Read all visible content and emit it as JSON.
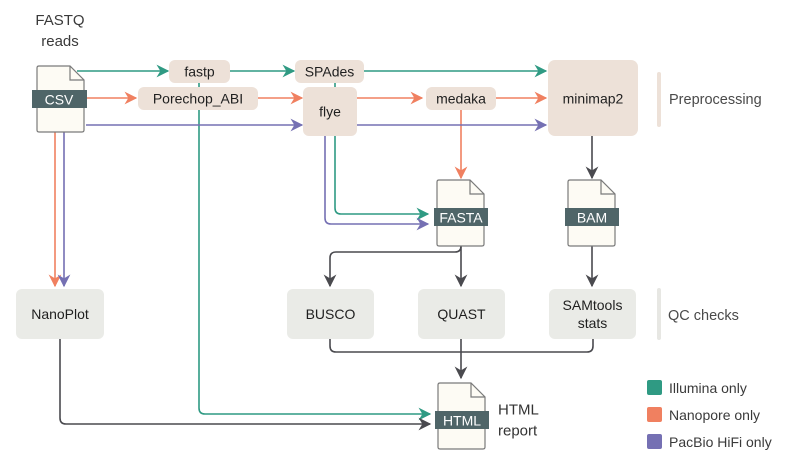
{
  "input": {
    "title_line1": "FASTQ",
    "title_line2": "reads",
    "file_label": "CSV"
  },
  "nodes": {
    "fastp": "fastp",
    "porechop": "Porechop_ABI",
    "spades": "SPAdes",
    "flye": "flye",
    "medaka": "medaka",
    "minimap2": "minimap2",
    "nanoplot": "NanoPlot",
    "busco": "BUSCO",
    "quast": "QUAST",
    "samtools_line1": "SAMtools",
    "samtools_line2": "stats"
  },
  "files": {
    "fasta": "FASTA",
    "bam": "BAM",
    "html": "HTML"
  },
  "report": {
    "line1": "HTML",
    "line2": "report"
  },
  "stages": {
    "preprocessing": "Preprocessing",
    "qc": "QC checks"
  },
  "legend": [
    {
      "label": "Illumina only",
      "color": "#2f9a83"
    },
    {
      "label": "Nanopore only",
      "color": "#f08060"
    },
    {
      "label": "PacBio HiFi only",
      "color": "#7570b3"
    }
  ]
}
